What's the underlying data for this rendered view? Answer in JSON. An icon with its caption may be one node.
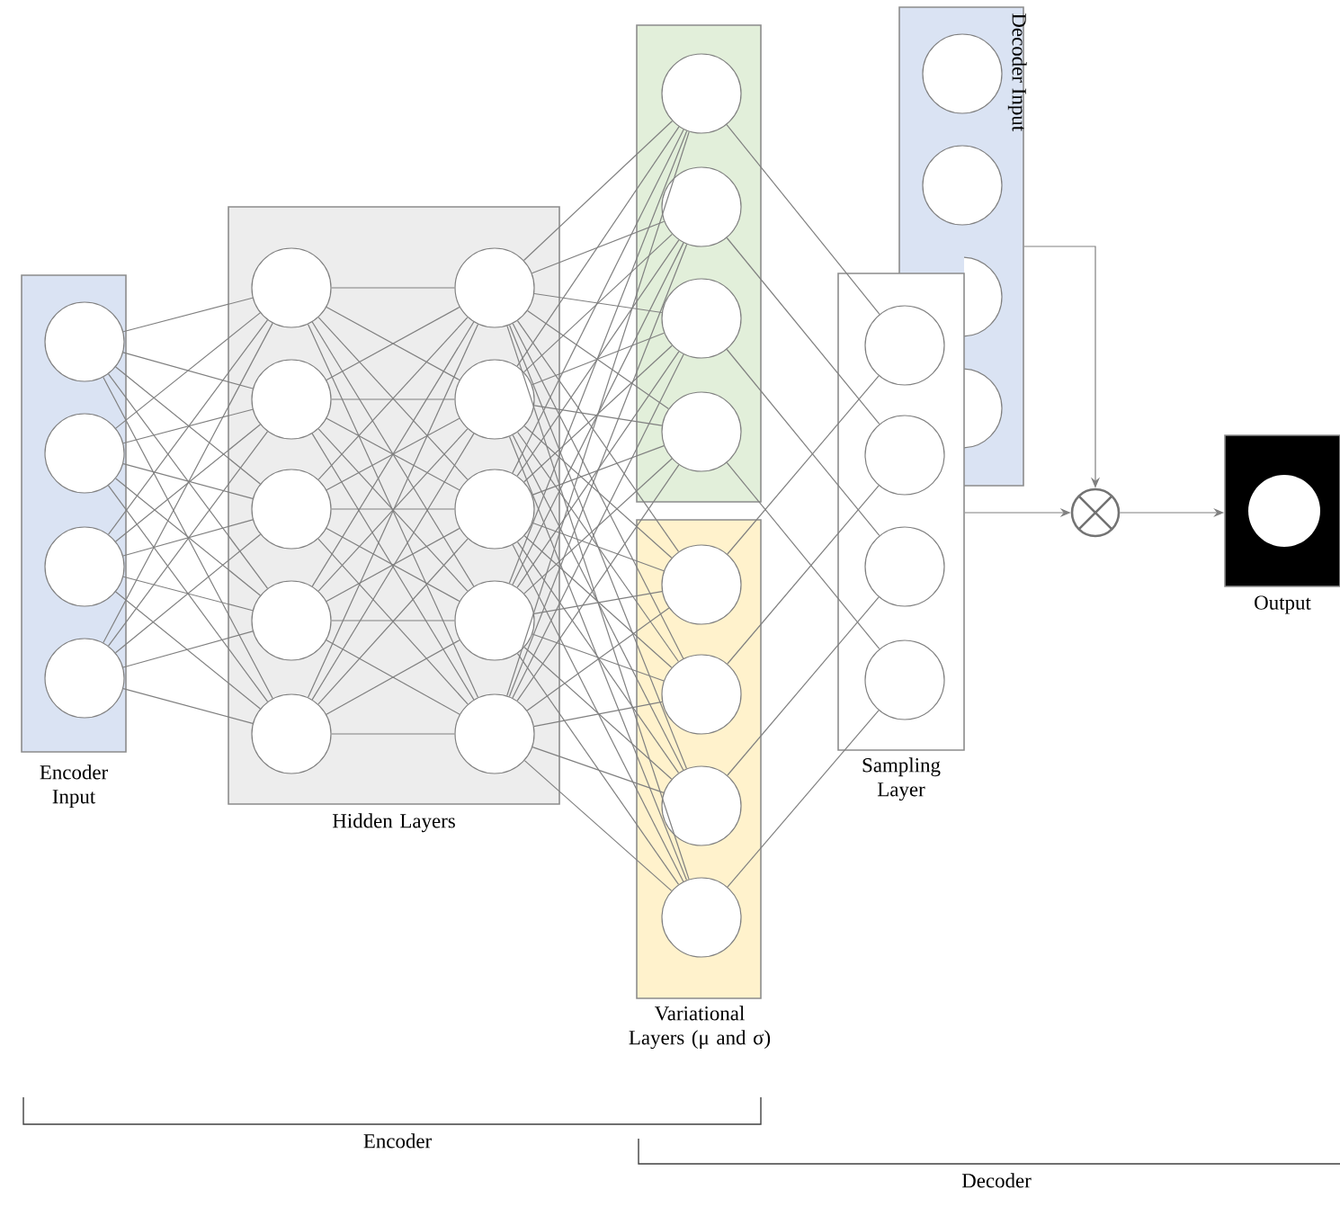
{
  "diagram": {
    "nodes": [
      {
        "text": [
          "Encoder Input"
        ]
      },
      {
        "text": [],
        "shape": "circle",
        "in": 0
      },
      {
        "text": [],
        "shape": "circle",
        "in": 0
      },
      {
        "text": [],
        "shape": "circle",
        "in": 0
      },
      {
        "text": [],
        "shape": "circle",
        "in": 0
      },
      {
        "text": [
          "Hidden Layers"
        ]
      },
      {
        "text": [],
        "shape": "circle",
        "in": 5
      },
      {
        "text": [],
        "shape": "circle",
        "in": 5
      },
      {
        "text": [],
        "shape": "circle",
        "in": 5
      },
      {
        "text": [],
        "shape": "circle",
        "in": 5
      },
      {
        "text": [],
        "shape": "circle",
        "in": 5
      },
      {
        "text": [],
        "shape": "circle",
        "in": 5
      },
      {
        "text": [],
        "shape": "circle",
        "in": 5
      },
      {
        "text": [],
        "shape": "circle",
        "in": 5
      },
      {
        "text": [],
        "shape": "circle",
        "in": 5
      },
      {
        "text": [],
        "shape": "circle",
        "in": 5
      },
      {
        "text": [],
        "shape": "box"
      },
      {
        "text": [],
        "shape": "circle",
        "in": 16
      },
      {
        "text": [],
        "shape": "circle",
        "in": 16
      },
      {
        "text": [],
        "shape": "circle",
        "in": 16
      },
      {
        "text": [],
        "shape": "circle",
        "in": 16
      },
      {
        "text": [
          "Variational Layers (μ and σ)"
        ]
      },
      {
        "text": [],
        "shape": "circle",
        "in": 21
      },
      {
        "text": [],
        "shape": "circle",
        "in": 21
      },
      {
        "text": [],
        "shape": "circle",
        "in": 21
      },
      {
        "text": [],
        "shape": "circle",
        "in": 21
      },
      {
        "text": [
          "Decoder Input"
        ]
      },
      {
        "text": [],
        "shape": "circle",
        "in": 26
      },
      {
        "text": [],
        "shape": "circle",
        "in": 26
      },
      {
        "text": [],
        "shape": "circle",
        "in": 26
      },
      {
        "text": [],
        "shape": "circle",
        "in": 26
      },
      {
        "text": [
          "Sampling Layer"
        ]
      },
      {
        "text": [],
        "shape": "circle",
        "in": 31
      },
      {
        "text": [],
        "shape": "circle",
        "in": 31
      },
      {
        "text": [],
        "shape": "circle",
        "in": 31
      },
      {
        "text": [],
        "shape": "circle",
        "in": 31
      },
      {
        "text": [],
        "shape": "circle"
      },
      {
        "text": [
          "Output"
        ]
      }
    ],
    "edges": [
      {
        "from": 1,
        "to": 6,
        "arrow": "none"
      },
      {
        "from": 1,
        "to": 7,
        "arrow": "none"
      },
      {
        "from": 1,
        "to": 8,
        "arrow": "none"
      },
      {
        "from": 1,
        "to": 9,
        "arrow": "none"
      },
      {
        "from": 1,
        "to": 10,
        "arrow": "none"
      },
      {
        "from": 2,
        "to": 6,
        "arrow": "none"
      },
      {
        "from": 2,
        "to": 7,
        "arrow": "none"
      },
      {
        "from": 2,
        "to": 8,
        "arrow": "none"
      },
      {
        "from": 2,
        "to": 9,
        "arrow": "none"
      },
      {
        "from": 2,
        "to": 10,
        "arrow": "none"
      },
      {
        "from": 3,
        "to": 6,
        "arrow": "none"
      },
      {
        "from": 3,
        "to": 7,
        "arrow": "none"
      },
      {
        "from": 3,
        "to": 8,
        "arrow": "none"
      },
      {
        "from": 3,
        "to": 9,
        "arrow": "none"
      },
      {
        "from": 3,
        "to": 10,
        "arrow": "none"
      },
      {
        "from": 4,
        "to": 6,
        "arrow": "none"
      },
      {
        "from": 4,
        "to": 7,
        "arrow": "none"
      },
      {
        "from": 4,
        "to": 8,
        "arrow": "none"
      },
      {
        "from": 4,
        "to": 9,
        "arrow": "none"
      },
      {
        "from": 4,
        "to": 10,
        "arrow": "none"
      },
      {
        "from": 6,
        "to": 11,
        "arrow": "none"
      },
      {
        "from": 6,
        "to": 12,
        "arrow": "none"
      },
      {
        "from": 6,
        "to": 13,
        "arrow": "none"
      },
      {
        "from": 6,
        "to": 14,
        "arrow": "none"
      },
      {
        "from": 6,
        "to": 15,
        "arrow": "none"
      },
      {
        "from": 7,
        "to": 11,
        "arrow": "none"
      },
      {
        "from": 7,
        "to": 12,
        "arrow": "none"
      },
      {
        "from": 7,
        "to": 13,
        "arrow": "none"
      },
      {
        "from": 7,
        "to": 14,
        "arrow": "none"
      },
      {
        "from": 7,
        "to": 15,
        "arrow": "none"
      },
      {
        "from": 8,
        "to": 11,
        "arrow": "none"
      },
      {
        "from": 8,
        "to": 12,
        "arrow": "none"
      },
      {
        "from": 8,
        "to": 13,
        "arrow": "none"
      },
      {
        "from": 8,
        "to": 14,
        "arrow": "none"
      },
      {
        "from": 8,
        "to": 15,
        "arrow": "none"
      },
      {
        "from": 9,
        "to": 11,
        "arrow": "none"
      },
      {
        "from": 9,
        "to": 12,
        "arrow": "none"
      },
      {
        "from": 9,
        "to": 13,
        "arrow": "none"
      },
      {
        "from": 9,
        "to": 14,
        "arrow": "none"
      },
      {
        "from": 9,
        "to": 15,
        "arrow": "none"
      },
      {
        "from": 10,
        "to": 11,
        "arrow": "none"
      },
      {
        "from": 10,
        "to": 12,
        "arrow": "none"
      },
      {
        "from": 10,
        "to": 13,
        "arrow": "none"
      },
      {
        "from": 10,
        "to": 14,
        "arrow": "none"
      },
      {
        "from": 10,
        "to": 15,
        "arrow": "none"
      },
      {
        "from": 11,
        "to": 17,
        "arrow": "none"
      },
      {
        "from": 11,
        "to": 18,
        "arrow": "none"
      },
      {
        "from": 11,
        "to": 19,
        "arrow": "none"
      },
      {
        "from": 11,
        "to": 20,
        "arrow": "none"
      },
      {
        "from": 11,
        "to": 22,
        "arrow": "none"
      },
      {
        "from": 11,
        "to": 23,
        "arrow": "none"
      },
      {
        "from": 11,
        "to": 24,
        "arrow": "none"
      },
      {
        "from": 11,
        "to": 25,
        "arrow": "none"
      },
      {
        "from": 12,
        "to": 17,
        "arrow": "none"
      },
      {
        "from": 12,
        "to": 18,
        "arrow": "none"
      },
      {
        "from": 12,
        "to": 19,
        "arrow": "none"
      },
      {
        "from": 12,
        "to": 20,
        "arrow": "none"
      },
      {
        "from": 12,
        "to": 22,
        "arrow": "none"
      },
      {
        "from": 12,
        "to": 23,
        "arrow": "none"
      },
      {
        "from": 12,
        "to": 24,
        "arrow": "none"
      },
      {
        "from": 12,
        "to": 25,
        "arrow": "none"
      },
      {
        "from": 13,
        "to": 17,
        "arrow": "none"
      },
      {
        "from": 13,
        "to": 18,
        "arrow": "none"
      },
      {
        "from": 13,
        "to": 19,
        "arrow": "none"
      },
      {
        "from": 13,
        "to": 20,
        "arrow": "none"
      },
      {
        "from": 13,
        "to": 22,
        "arrow": "none"
      },
      {
        "from": 13,
        "to": 23,
        "arrow": "none"
      },
      {
        "from": 13,
        "to": 24,
        "arrow": "none"
      },
      {
        "from": 13,
        "to": 25,
        "arrow": "none"
      },
      {
        "from": 14,
        "to": 17,
        "arrow": "none"
      },
      {
        "from": 14,
        "to": 18,
        "arrow": "none"
      },
      {
        "from": 14,
        "to": 19,
        "arrow": "none"
      },
      {
        "from": 14,
        "to": 20,
        "arrow": "none"
      },
      {
        "from": 14,
        "to": 22,
        "arrow": "none"
      },
      {
        "from": 14,
        "to": 23,
        "arrow": "none"
      },
      {
        "from": 14,
        "to": 24,
        "arrow": "none"
      },
      {
        "from": 14,
        "to": 25,
        "arrow": "none"
      },
      {
        "from": 15,
        "to": 17,
        "arrow": "none"
      },
      {
        "from": 15,
        "to": 18,
        "arrow": "none"
      },
      {
        "from": 15,
        "to": 19,
        "arrow": "none"
      },
      {
        "from": 15,
        "to": 20,
        "arrow": "none"
      },
      {
        "from": 15,
        "to": 22,
        "arrow": "none"
      },
      {
        "from": 15,
        "to": 23,
        "arrow": "none"
      },
      {
        "from": 15,
        "to": 24,
        "arrow": "none"
      },
      {
        "from": 15,
        "to": 25,
        "arrow": "none"
      },
      {
        "from": 17,
        "to": 32,
        "arrow": "none"
      },
      {
        "from": 18,
        "to": 33,
        "arrow": "none"
      },
      {
        "from": 19,
        "to": 34,
        "arrow": "none"
      },
      {
        "from": 20,
        "to": 35,
        "arrow": "none"
      },
      {
        "from": 22,
        "to": 32,
        "arrow": "none"
      },
      {
        "from": 23,
        "to": 33,
        "arrow": "none"
      },
      {
        "from": 24,
        "to": 34,
        "arrow": "none"
      },
      {
        "from": 25,
        "to": 35,
        "arrow": "none"
      },
      {
        "from": 26,
        "to": 36,
        "arrow": "to"
      },
      {
        "from": 31,
        "to": 36,
        "arrow": "to"
      },
      {
        "from": 36,
        "to": 37,
        "arrow": "to"
      }
    ],
    "labels": [
      "Encoder",
      "Decoder"
    ]
  }
}
